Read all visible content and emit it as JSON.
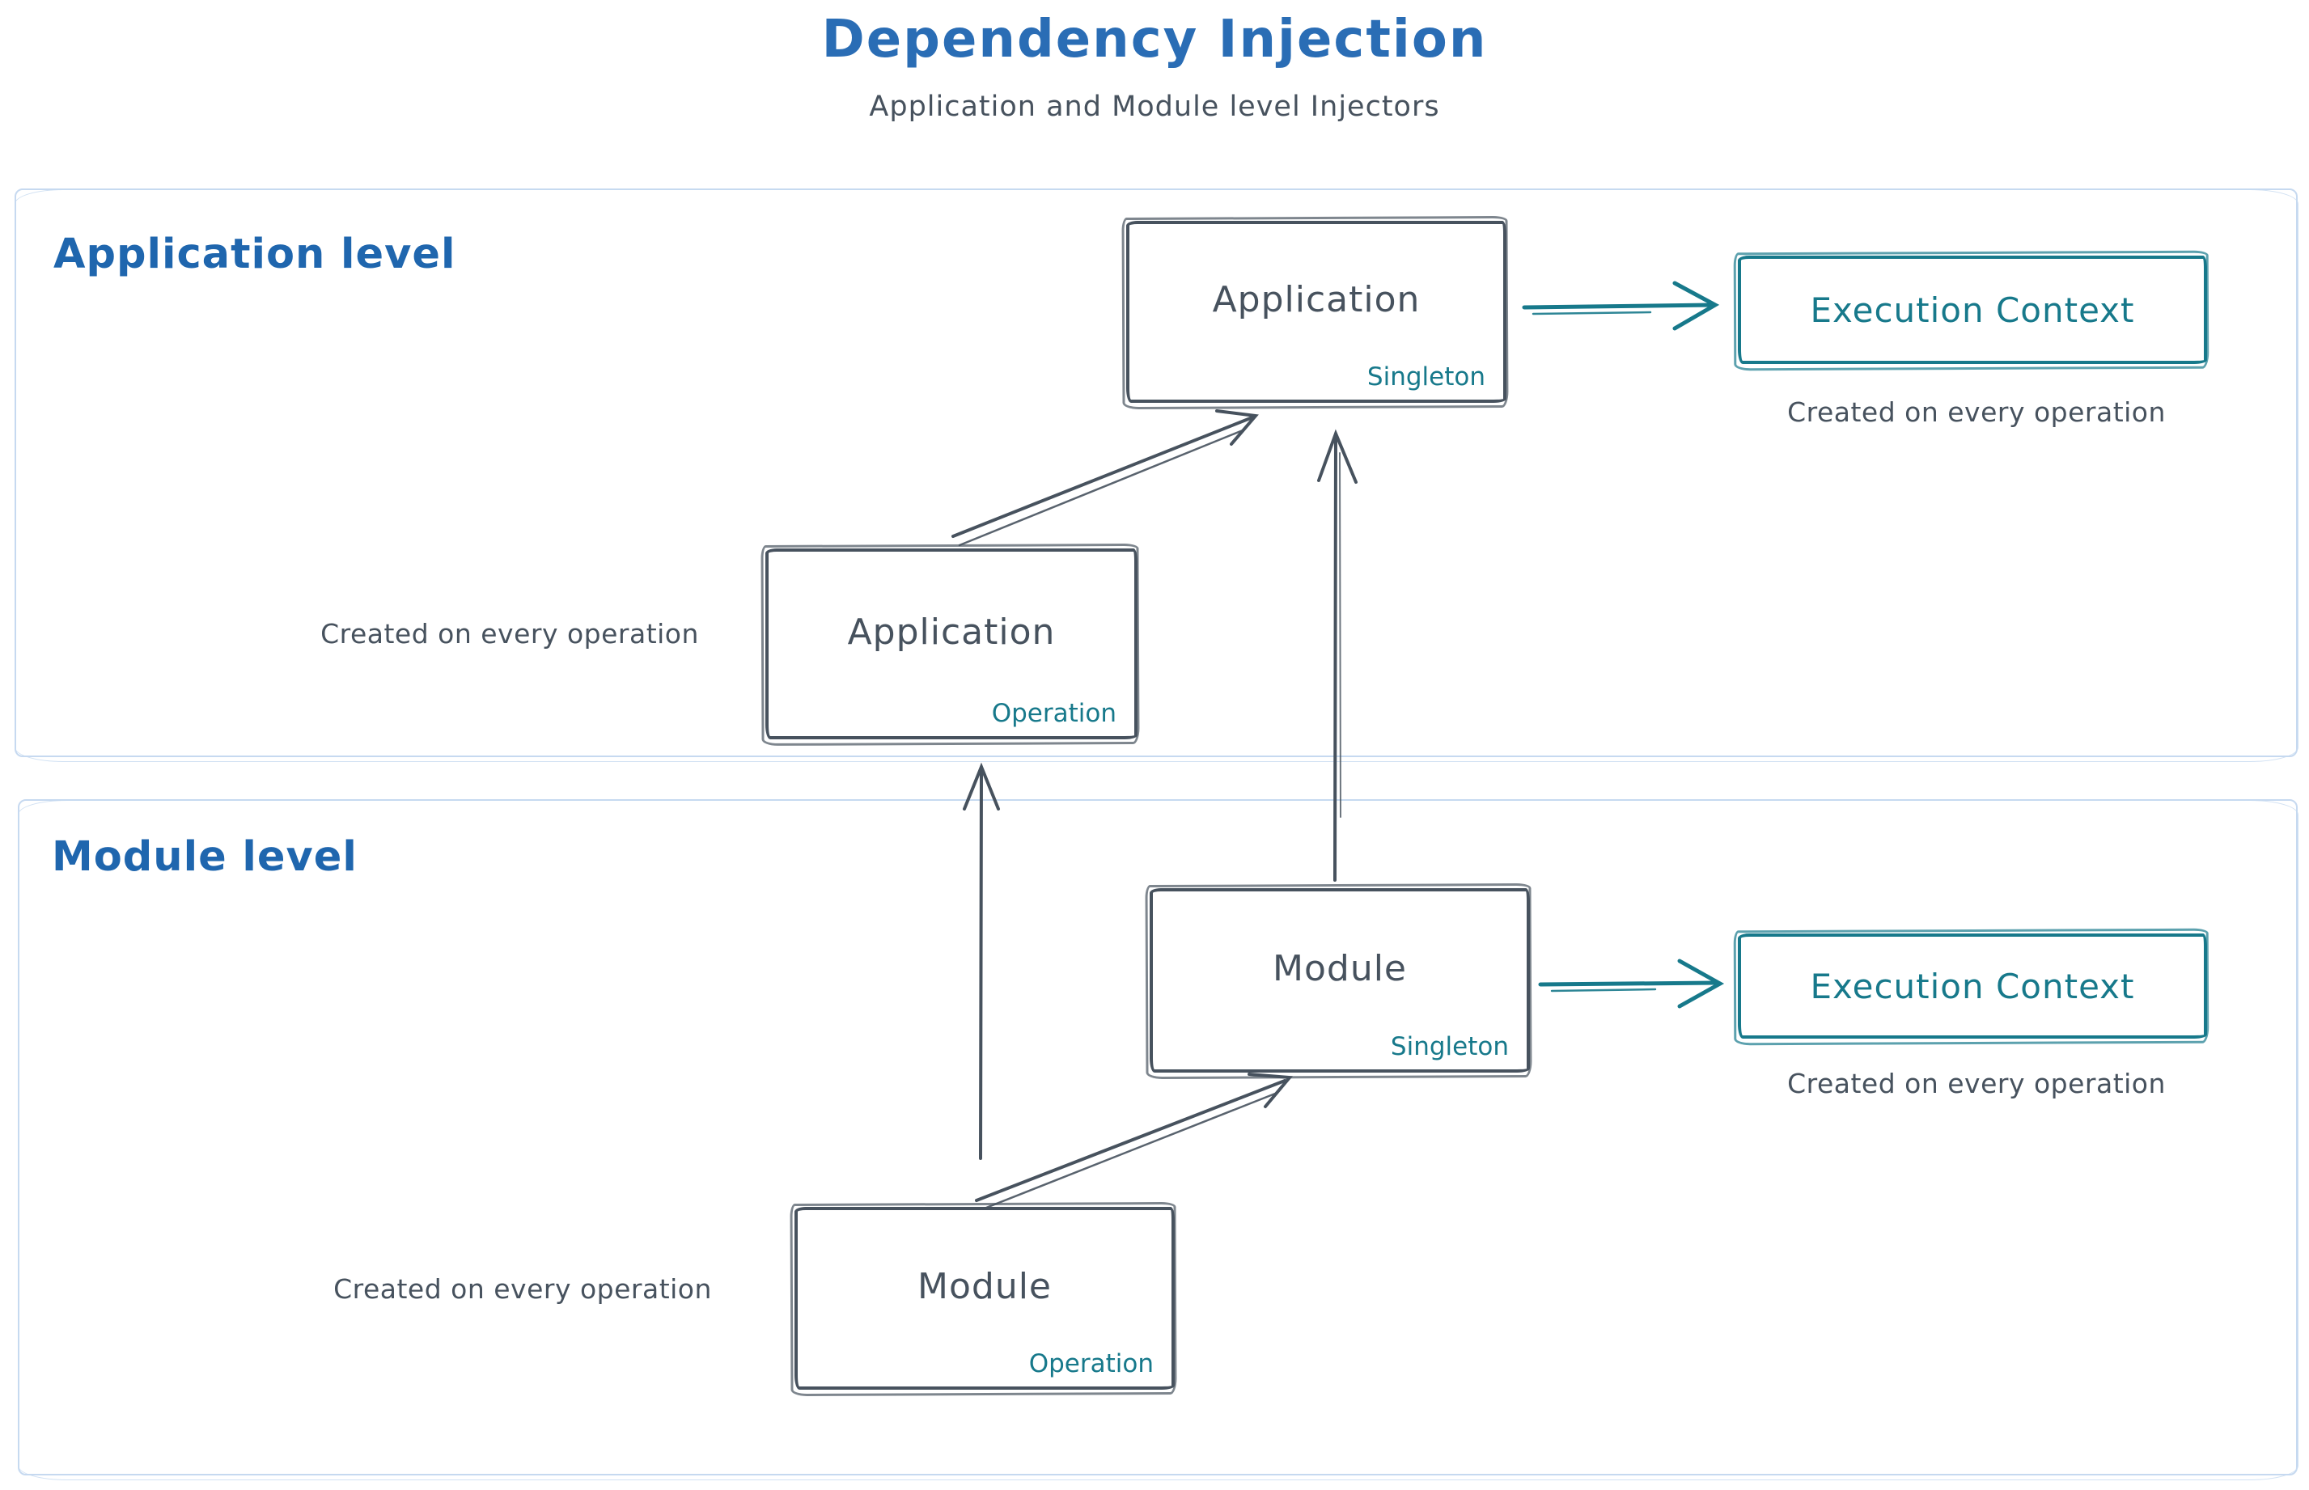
{
  "header": {
    "title": "Dependency Injection",
    "subtitle": "Application and Module level Injectors"
  },
  "panels": [
    {
      "label": "Application level",
      "singleton": {
        "name": "Application",
        "scope": "Singleton"
      },
      "operation": {
        "name": "Application",
        "scope": "Operation"
      },
      "operation_caption": "Created on every operation",
      "execution": {
        "name": "Execution Context",
        "caption": "Created on every operation"
      }
    },
    {
      "label": "Module level",
      "singleton": {
        "name": "Module",
        "scope": "Singleton"
      },
      "operation": {
        "name": "Module",
        "scope": "Operation"
      },
      "operation_caption": "Created on every operation",
      "execution": {
        "name": "Execution Context",
        "caption": "Created on every operation"
      }
    }
  ],
  "arrows": [
    {
      "from": "Application Operation",
      "to": "Application Singleton",
      "color": "ink"
    },
    {
      "from": "Module Singleton",
      "to": "Application Singleton",
      "color": "ink"
    },
    {
      "from": "Module Operation",
      "to": "Application Operation",
      "color": "ink"
    },
    {
      "from": "Module Operation",
      "to": "Module Singleton",
      "color": "ink"
    },
    {
      "from": "Application Singleton",
      "to": "Execution Context (application level)",
      "color": "teal"
    },
    {
      "from": "Module Singleton",
      "to": "Execution Context (module level)",
      "color": "teal"
    }
  ],
  "colors": {
    "title_blue": "#2a6db5",
    "heading_blue": "#1f66ae",
    "ink": "#47525e",
    "teal": "#17798b",
    "panel_border": "#c6d9f0",
    "background": "#ffffff"
  }
}
